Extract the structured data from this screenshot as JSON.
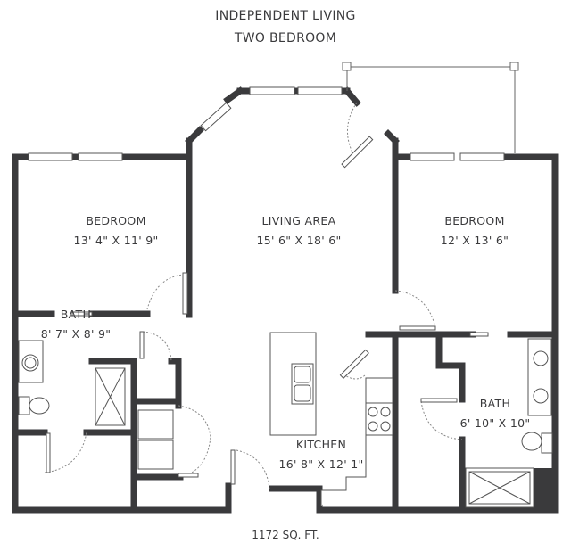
{
  "header": {
    "title": "INDEPENDENT LIVING",
    "subtitle": "TWO BEDROOM"
  },
  "rooms": [
    {
      "name": "BEDROOM",
      "dimensions": "13' 4\" X 11' 9\""
    },
    {
      "name": "LIVING AREA",
      "dimensions": "15' 6\" X 18' 6\""
    },
    {
      "name": "BEDROOM",
      "dimensions": "12' X 13' 6\""
    },
    {
      "name": "BATH",
      "dimensions": "8' 7\" X 8' 9\""
    },
    {
      "name": "BATH",
      "dimensions": "6' 10\" X 10\""
    },
    {
      "name": "KITCHEN",
      "dimensions": "16' 8\" X 12' 1\""
    }
  ],
  "footer": {
    "area": "1172 SQ. FT."
  },
  "colors": {
    "wall": "#3a3a3c",
    "fixture": "#555555",
    "background": "#ffffff"
  }
}
